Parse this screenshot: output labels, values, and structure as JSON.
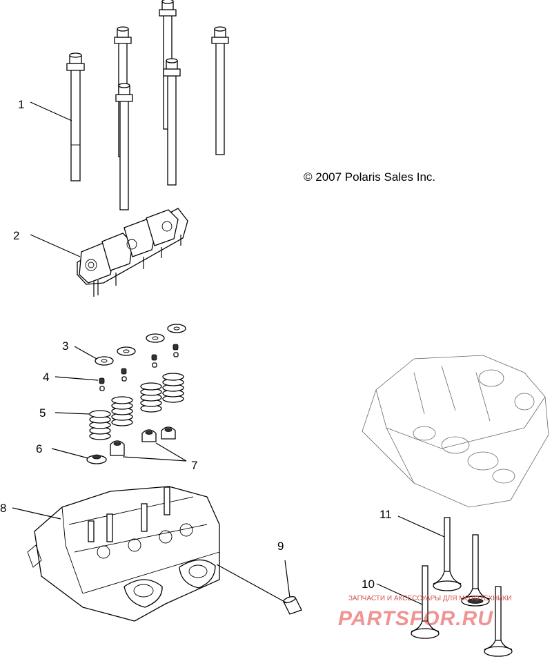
{
  "copyright": "© 2007 Polaris Sales Inc.",
  "callouts": [
    "1",
    "2",
    "3",
    "4",
    "5",
    "6",
    "7",
    "8",
    "9",
    "10",
    "11"
  ],
  "watermark": {
    "top_line": "ЗАПЧАСТИ И АКСЕССУАРЫ ДЛЯ МОТОТЕХНИКИ",
    "logo_text": "PARTSFOR.RU",
    "color": "#e23a3a"
  },
  "parts": [
    {
      "ref": "1",
      "icon": "head-bolt-icon"
    },
    {
      "ref": "2",
      "icon": "rocker-arm-assembly-icon"
    },
    {
      "ref": "3",
      "icon": "valve-spring-retainer-icon"
    },
    {
      "ref": "4",
      "icon": "valve-keeper-icon"
    },
    {
      "ref": "5",
      "icon": "valve-spring-icon"
    },
    {
      "ref": "6",
      "icon": "spring-seat-icon"
    },
    {
      "ref": "7",
      "icon": "valve-stem-seal-icon"
    },
    {
      "ref": "8",
      "icon": "cylinder-head-icon"
    },
    {
      "ref": "9",
      "icon": "dowel-pin-icon"
    },
    {
      "ref": "10",
      "icon": "exhaust-valve-icon"
    },
    {
      "ref": "11",
      "icon": "intake-valve-icon"
    }
  ]
}
